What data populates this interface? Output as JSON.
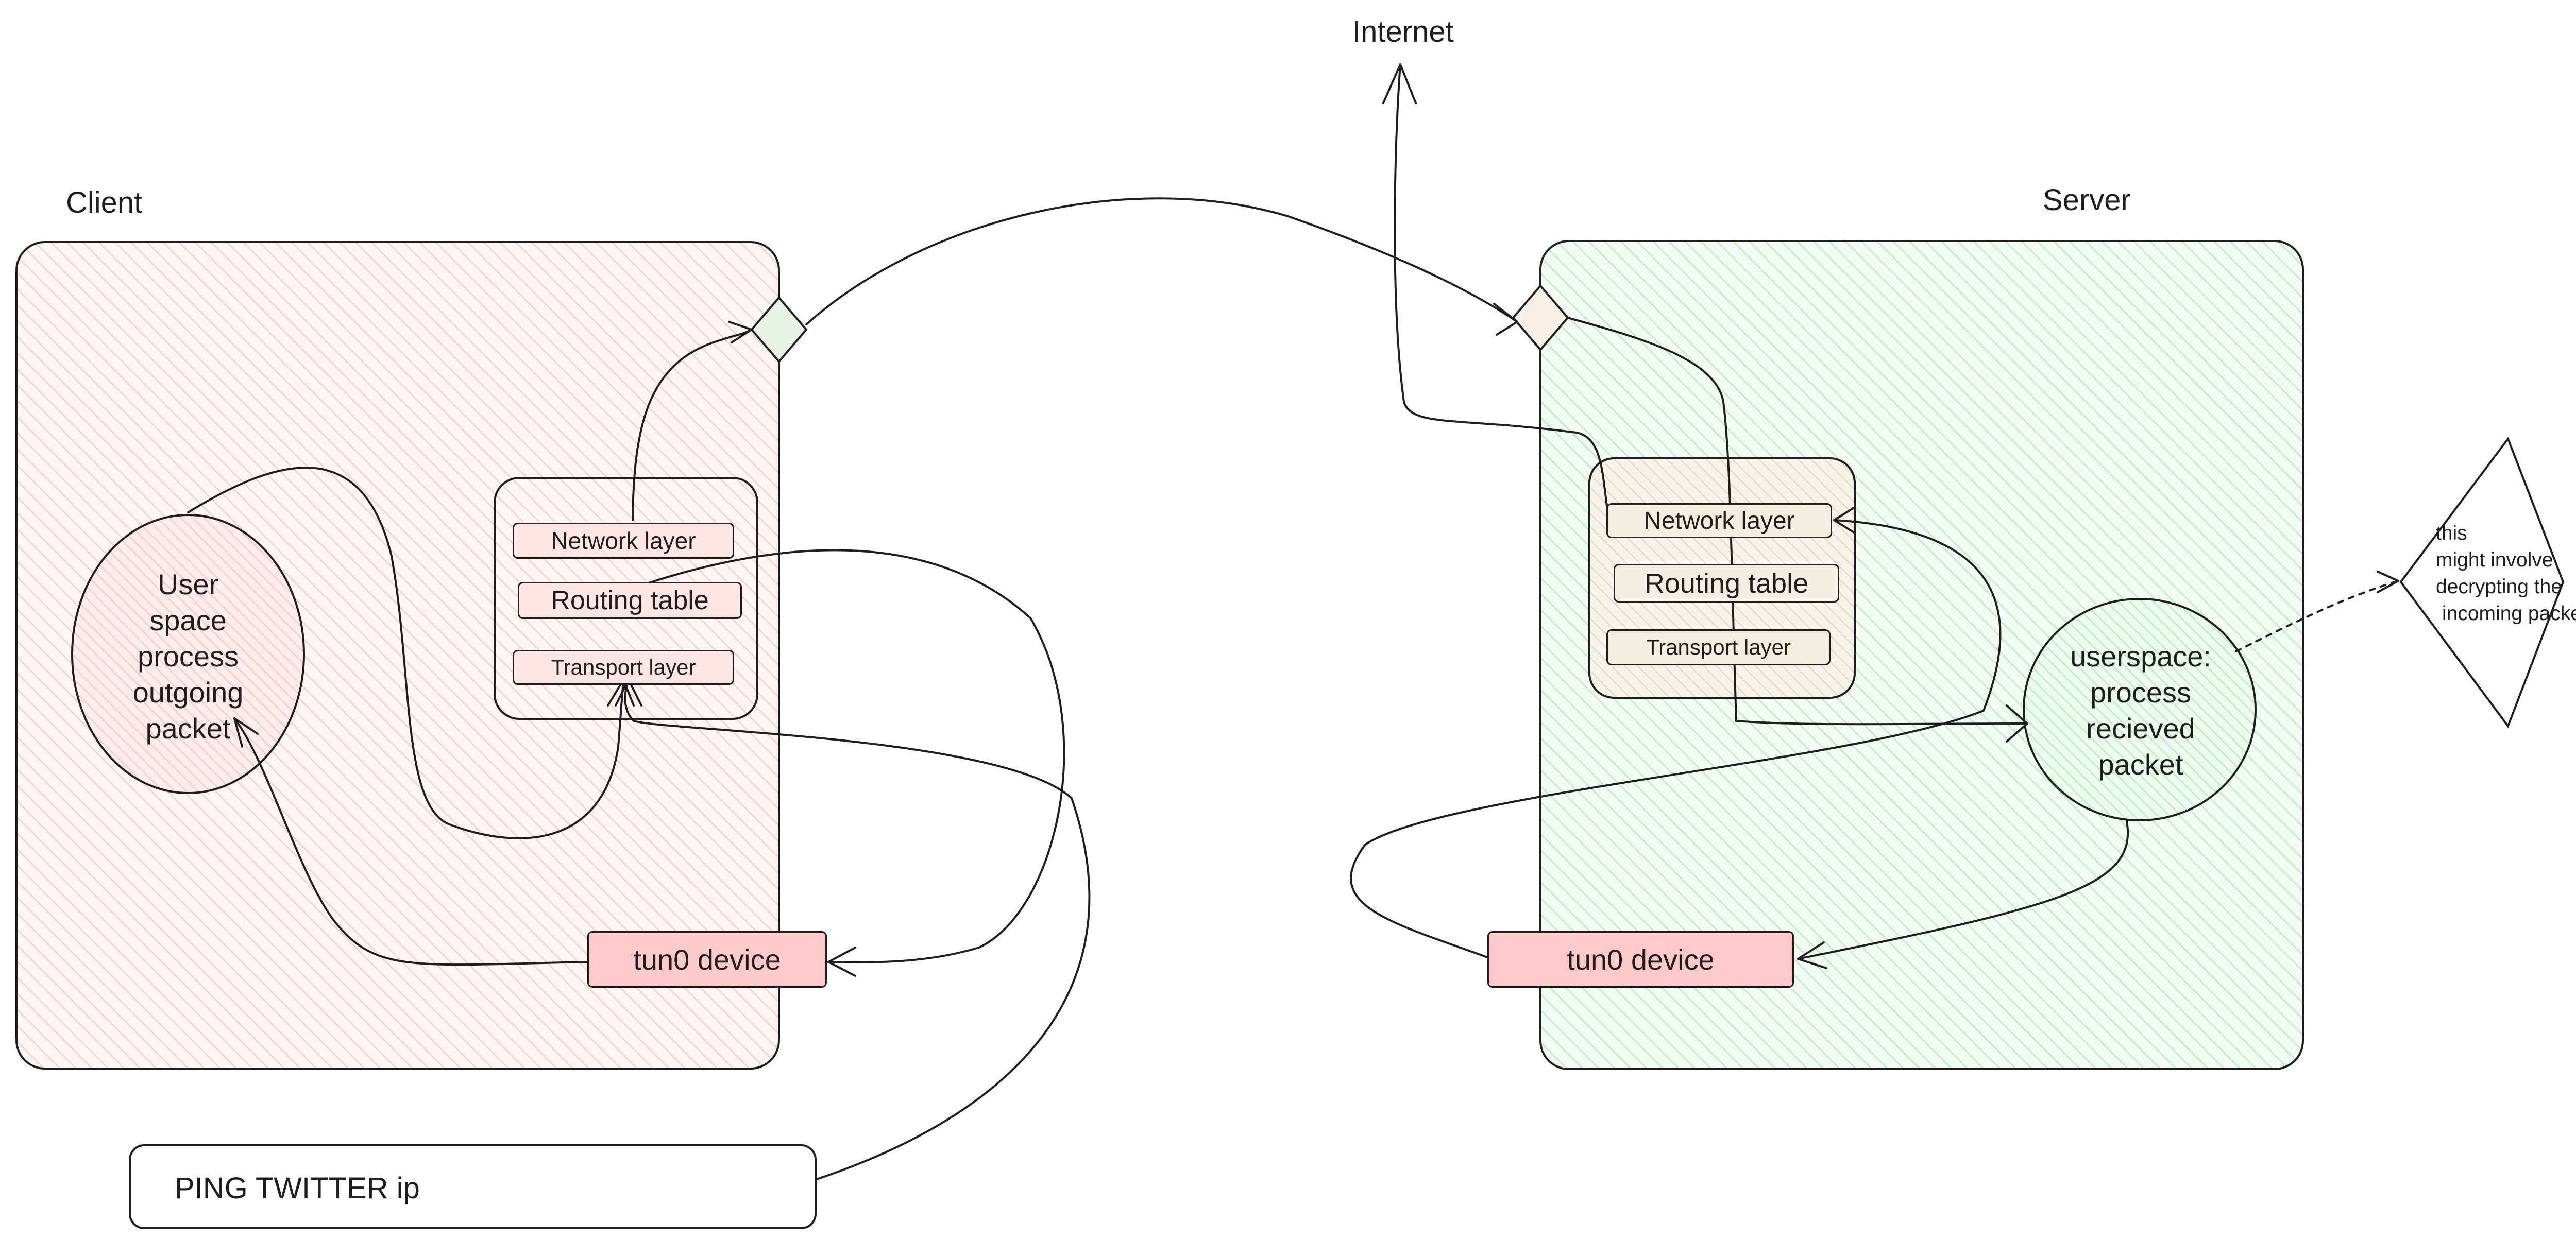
{
  "labels": {
    "internet": "Internet",
    "client": "Client",
    "server": "Server",
    "ping": "PING TWITTER ip"
  },
  "client": {
    "process": [
      "User",
      "space",
      "process",
      "outgoing",
      "packet"
    ],
    "stack": {
      "network": "Network layer",
      "routing": "Routing table",
      "transport": "Transport layer"
    },
    "tun": "tun0 device"
  },
  "server": {
    "process": [
      "userspace:",
      "process",
      "recieved",
      "packet"
    ],
    "stack": {
      "network": "Network layer",
      "routing": "Routing table",
      "transport": "Transport layer"
    },
    "tun": "tun0 device"
  },
  "note": [
    "this",
    "might involve",
    "decrypting the",
    "incoming packet"
  ],
  "colors": {
    "client_fill": "#ffc9c9",
    "server_fill": "#b2f2bb",
    "tun_fill": "#ffc9c9",
    "stroke": "#1e1e1e"
  }
}
